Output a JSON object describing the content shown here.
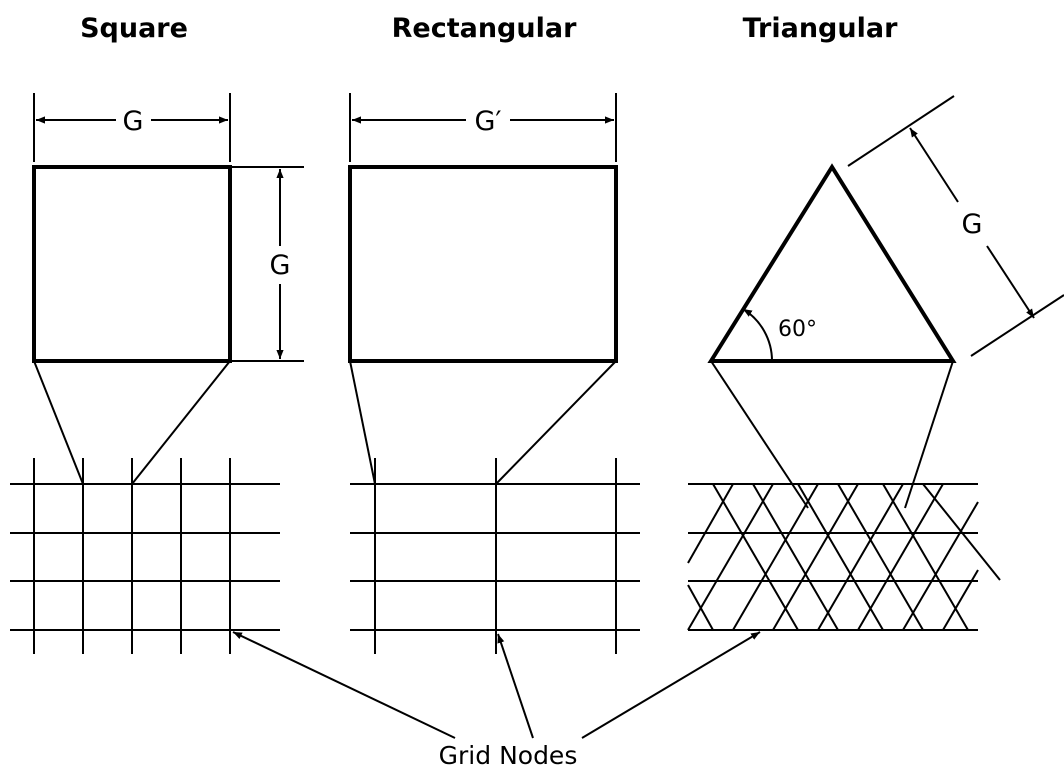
{
  "titles": {
    "square": "Square",
    "rectangular": "Rectangular",
    "triangular": "Triangular"
  },
  "dimensions": {
    "square_width": "G",
    "square_height": "G",
    "rectangular_width": "G′",
    "triangular_side": "G"
  },
  "angle_label": "60°",
  "caption": "Grid Nodes",
  "colors": {
    "line": "#000000",
    "background": "#ffffff"
  }
}
